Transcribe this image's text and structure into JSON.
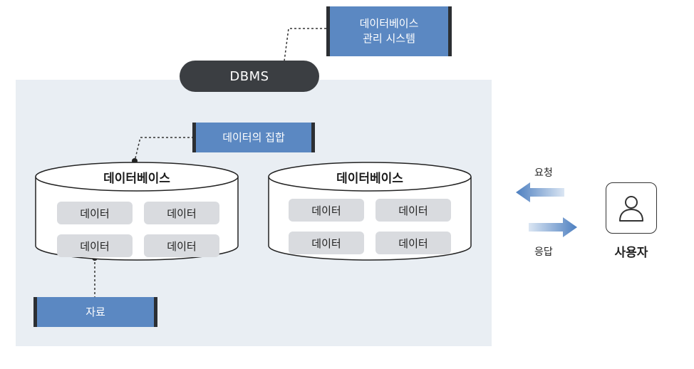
{
  "labels": {
    "dbms_system": "데이터베이스\n관리 시스템",
    "dbms": "DBMS",
    "data_collection": "데이터의 집합",
    "material": "자료",
    "request": "요청",
    "response": "응답",
    "user": "사용자"
  },
  "databases": [
    {
      "title": "데이터베이스",
      "items": [
        "데이터",
        "데이터",
        "데이터",
        "데이터"
      ]
    },
    {
      "title": "데이터베이스",
      "items": [
        "데이터",
        "데이터",
        "데이터",
        "데이터"
      ]
    }
  ],
  "colors": {
    "callout_blue": "#5b88c2",
    "dark": "#3b3e42",
    "chip": "#d9dbdf",
    "arrow_blue": "#5b88c2"
  },
  "icons": [
    "user-icon",
    "arrow-left-icon",
    "arrow-right-icon"
  ]
}
